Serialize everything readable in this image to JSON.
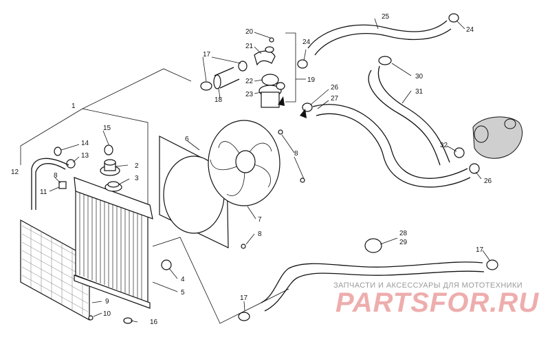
{
  "callouts": {
    "c1": "1",
    "c2": "2",
    "c3": "3",
    "c4": "4",
    "c5": "5",
    "c6": "6",
    "c7": "7",
    "c8a": "8",
    "c8b": "8",
    "c8c": "8",
    "c9": "9",
    "c10": "10",
    "c11": "11",
    "c12": "12",
    "c13": "13",
    "c14": "14",
    "c15": "15",
    "c16": "16",
    "c17a": "17",
    "c17b": "17",
    "c17c": "17",
    "c18": "18",
    "c19": "19",
    "c20": "20",
    "c21": "21",
    "c22": "22",
    "c23": "23",
    "c24a": "24",
    "c24b": "24",
    "c25": "25",
    "c26a": "26",
    "c26b": "26",
    "c27": "27",
    "c28": "28",
    "c29": "29",
    "c30": "30",
    "c31": "31",
    "c32": "32"
  },
  "watermark": {
    "subtitle": "ЗАПЧАСТИ И АКСЕССУАРЫ ДЛЯ МОТОТЕХНИКИ",
    "brand": "PARTSFOR.RU"
  }
}
